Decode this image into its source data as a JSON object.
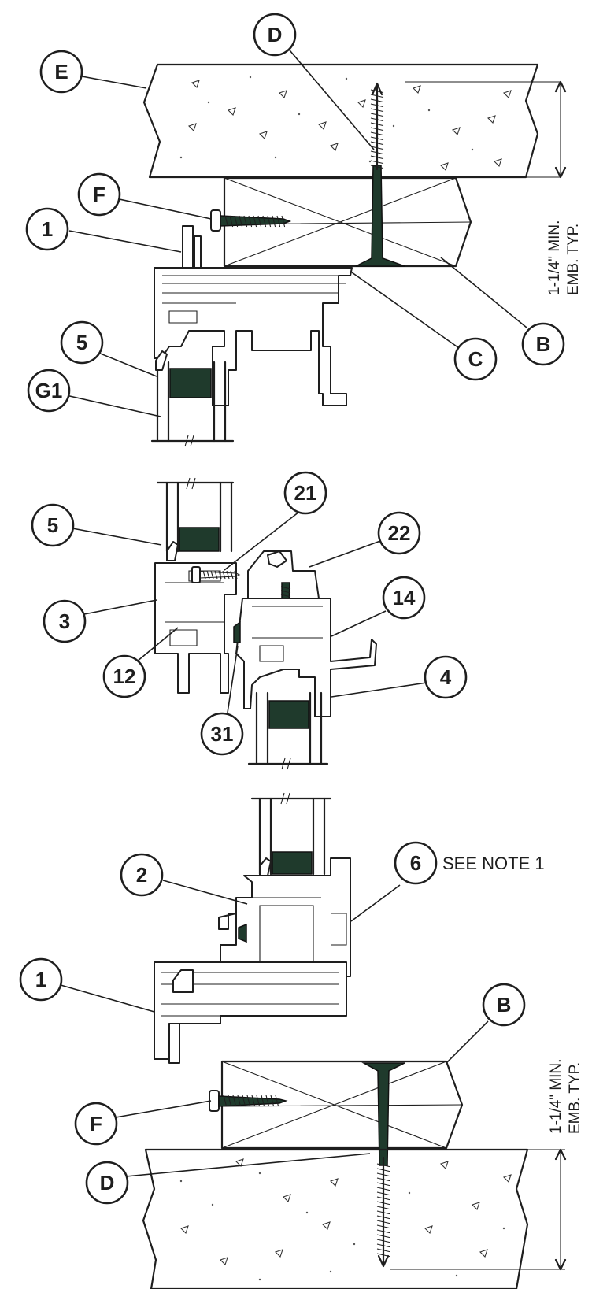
{
  "callouts": {
    "E": "E",
    "D_top": "D",
    "F_top": "F",
    "one_top": "1",
    "five_top": "5",
    "G1": "G1",
    "C": "C",
    "B_top": "B",
    "five_mid": "5",
    "three": "3",
    "twelve": "12",
    "twentyone": "21",
    "twentytwo": "22",
    "fourteen": "14",
    "four": "4",
    "thirtyone": "31",
    "two": "2",
    "six": "6",
    "one_bottom": "1",
    "B_bottom": "B",
    "F_bottom": "F",
    "D_bottom": "D"
  },
  "notes": {
    "see_note": "SEE NOTE 1"
  },
  "dimensions": {
    "top_line1": "1-1/4\" MIN.",
    "top_line2": "EMB. TYP.",
    "bottom_line1": "1-1/4\" MIN.",
    "bottom_line2": "EMB. TYP."
  },
  "colors": {
    "ink": "#1e1e1e",
    "spacer_fill": "#1f3a2c"
  }
}
